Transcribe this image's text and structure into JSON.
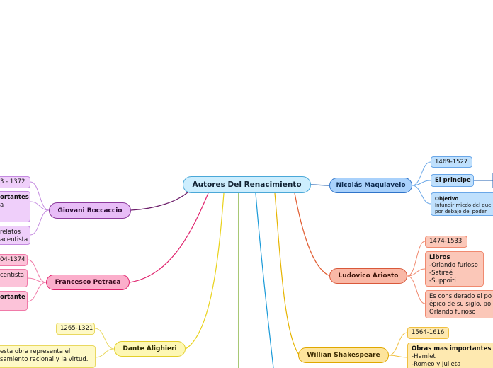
{
  "root": {
    "label": "Autores Del Renacimiento"
  },
  "authors": {
    "maquiavelo": {
      "name": "Nicolás Maquiavelo",
      "years": "1469-1527",
      "book": "El principe",
      "objective_title": "Objetivo",
      "objective_lines": [
        "Infundir miedo del que",
        "por debajo del poder"
      ]
    },
    "ariosto": {
      "name": "Ludovico Ariosto",
      "years": "1474-1533",
      "books_title": "Libros",
      "books": [
        "-Orlando furioso",
        "-Satireé",
        "-Suppoiti"
      ],
      "note_lines": [
        "Es considerado el po",
        "épico de su siglo, po",
        "Orlando furioso"
      ]
    },
    "shakespeare": {
      "name": "Willian Shakespeare",
      "years": "1564-1616",
      "works_title": "Obras mas importantes",
      "works": [
        "-Hamlet",
        "-Romeo y Julieta"
      ]
    },
    "dante": {
      "name": "Dante Alighieri",
      "years": "1265-1321",
      "note_lines": [
        "esta obra representa el",
        "samiento racional y la virtud."
      ]
    },
    "petraca": {
      "name": "Francesco Petraca",
      "years": "04-1374",
      "leaf2": "centista",
      "leaf3": "ortante"
    },
    "boccaccio": {
      "name": "Giovani Boccaccio",
      "years": "3 - 1372",
      "leaf2_lines": [
        "ortantes",
        "a"
      ],
      "leaf3_lines": [
        "relatos",
        "acentista"
      ]
    }
  },
  "colors": {
    "root_fill": "#cdeefe",
    "maquiavelo_fill": "#a9d1fb",
    "ariosto_fill": "#f9b8a6",
    "shakespeare_fill": "#fde49c",
    "dante_fill": "#fdf7b4",
    "petraca_fill": "#fbaecb",
    "boccaccio_fill": "#e8bdf7"
  }
}
